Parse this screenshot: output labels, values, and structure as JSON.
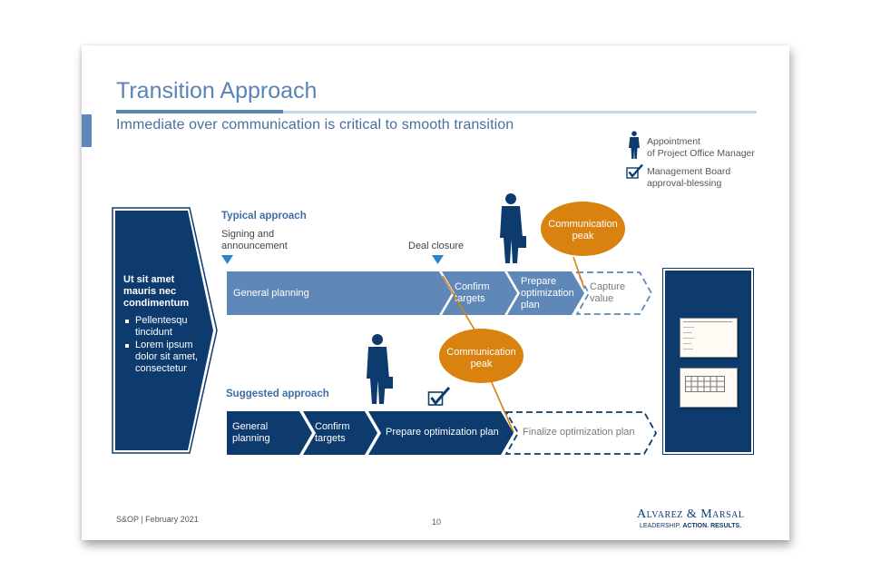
{
  "title": "Transition Approach",
  "subtitle": "Immediate over communication is critical to smooth transition",
  "legend": {
    "manager": {
      "line1": "Appointment",
      "line2": "of Project Office Manager",
      "icon": "businessman-icon"
    },
    "board": {
      "line1": "Management Board",
      "line2": "approval-blessing",
      "icon": "check-box-icon"
    }
  },
  "left_box": {
    "heading": "Ut sit amet mauris nec condimentum",
    "bullets": [
      "Pellentesqu tincidunt",
      "Lorem ipsum dolor sit amet, consectetur"
    ]
  },
  "typical": {
    "heading": "Typical approach",
    "milestone1": {
      "line1": "Signing and",
      "line2": "announcement"
    },
    "milestone2": "Deal closure",
    "steps": [
      {
        "line1": "General planning"
      },
      {
        "line1": "Confirm",
        "line2": "targets"
      },
      {
        "line1": "Prepare",
        "line2": "optimization",
        "line3": "plan"
      },
      {
        "line1": "Capture",
        "line2": "value"
      }
    ]
  },
  "suggested": {
    "heading": "Suggested approach",
    "steps": [
      {
        "line1": "General",
        "line2": "planning"
      },
      {
        "line1": "Confirm",
        "line2": "targets"
      },
      {
        "line1": "Prepare optimization plan"
      },
      {
        "line1": "Finalize optimization plan"
      }
    ]
  },
  "peak_top": {
    "line1": "Communication",
    "line2": "peak"
  },
  "peak_bottom": {
    "line1": "Communication",
    "line2": "peak"
  },
  "footer": {
    "left": "S&OP | February 2021",
    "page": "10",
    "brand": "Alvarez & Marsal",
    "tagline_a": "LEADERSHIP.",
    "tagline_b": "ACTION.",
    "tagline_c": "RESULTS."
  },
  "colors": {
    "navy": "#0d3b6e",
    "steel_blue": "#5f88b8",
    "accent_orange": "#d9820f",
    "title_blue": "#5b84b4",
    "light_bar": "#c8d6e6"
  }
}
